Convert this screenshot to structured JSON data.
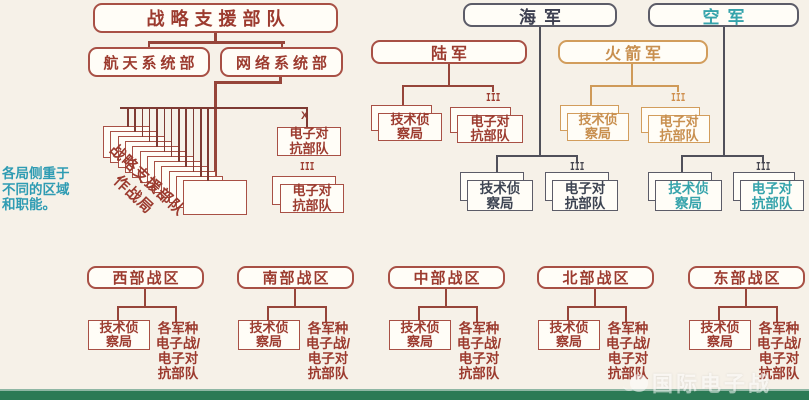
{
  "colors": {
    "background": "#f6f1e8",
    "brick": "#a85045",
    "navy": "#3d3f50",
    "teal": "#35a3ab",
    "orange": "#d29d5c",
    "note_teal": "#2f9cb3",
    "green_bar": "#2b7a55"
  },
  "badges": {
    "x": "X",
    "iii": "III"
  },
  "ssf": {
    "title": "战略支援部队",
    "departments": [
      {
        "label": "航天系统部"
      },
      {
        "label": "网络系统部"
      }
    ],
    "cascade_count": 12,
    "cascade_label": "战略支援部队\n作战局",
    "ecm_upper": "电子对\n抗部队",
    "ecm_lower": "电子对\n抗部队"
  },
  "note": "各局侧重于\n不同的区域\n和职能。",
  "common": {
    "tech": "技术侦\n察局",
    "ecm": "电子对\n抗部队",
    "joint": "各军种\n电子战/\n电子对\n抗部队"
  },
  "services": {
    "navy": {
      "label": "海军"
    },
    "airforce": {
      "label": "空军"
    },
    "army": {
      "label": "陆军"
    },
    "rocket": {
      "label": "火箭军"
    }
  },
  "theaters": [
    {
      "label": "西部战区"
    },
    {
      "label": "南部战区"
    },
    {
      "label": "中部战区"
    },
    {
      "label": "北部战区"
    },
    {
      "label": "东部战区"
    }
  ],
  "watermark": {
    "text": "国际电子战"
  }
}
